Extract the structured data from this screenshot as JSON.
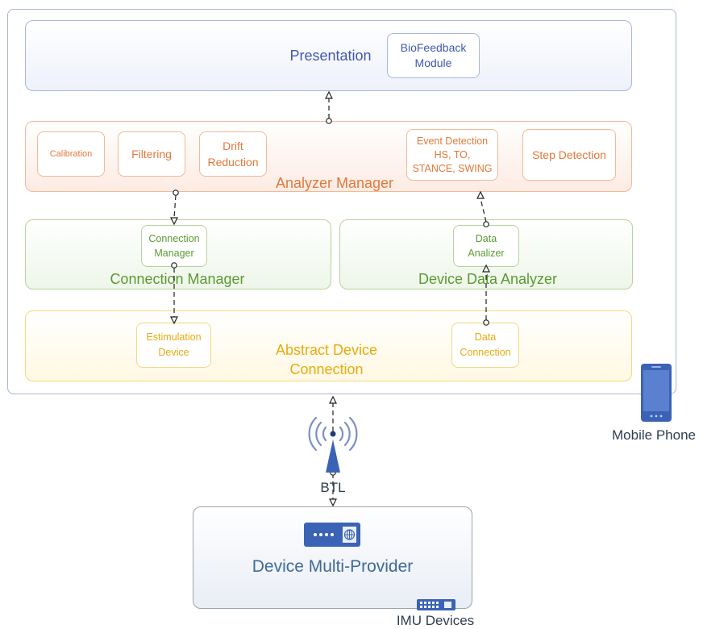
{
  "colors": {
    "presentation": "#3f59b1",
    "analyzer": "#e2793a",
    "connection": "#5b9a32",
    "abstract": "#e8ab0e",
    "device": "#3e6b98",
    "icon_blue": "#3b63b5"
  },
  "layers": {
    "presentation": {
      "label": "Presentation",
      "module": "BioFeedback\nModule"
    },
    "analyzer": {
      "label": "Analyzer Manager",
      "modules": {
        "calibration": "Calibration",
        "filtering": "Filtering",
        "drift": "Drift\nReduction",
        "event": "Event Detection\nHS, TO,\nSTANCE, SWING",
        "step": "Step Detection"
      }
    },
    "connection_manager": {
      "label": "Connection Manager",
      "module": "Connection\nManager"
    },
    "device_data_analyzer": {
      "label": "Device Data Analyzer",
      "module": "Data\nAnalizer"
    },
    "abstract_device": {
      "label": "Abstract Device\nConnection",
      "modules": {
        "estimulation": "Estimulation\nDevice",
        "data_connection": "Data\nConnection"
      }
    }
  },
  "external": {
    "mobile_phone": "Mobile Phone",
    "btl": "BTL",
    "device_multi_provider": "Device Multi-Provider",
    "imu_devices": "IMU Devices"
  },
  "icons": [
    "mobile-phone-icon",
    "antenna-icon",
    "router-icon",
    "switch-icon"
  ]
}
